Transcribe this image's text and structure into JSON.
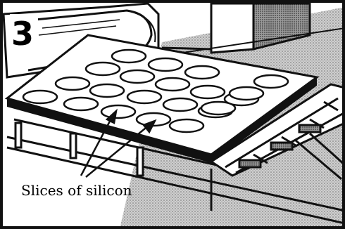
{
  "figure": {
    "step_number": "3",
    "callout_label": "Slices of silicon",
    "wafer_count": 21,
    "colors": {
      "ink": "#111111",
      "paper": "#ffffff",
      "shade": "#8a8a8a",
      "floor": "#b9b9b9"
    }
  }
}
